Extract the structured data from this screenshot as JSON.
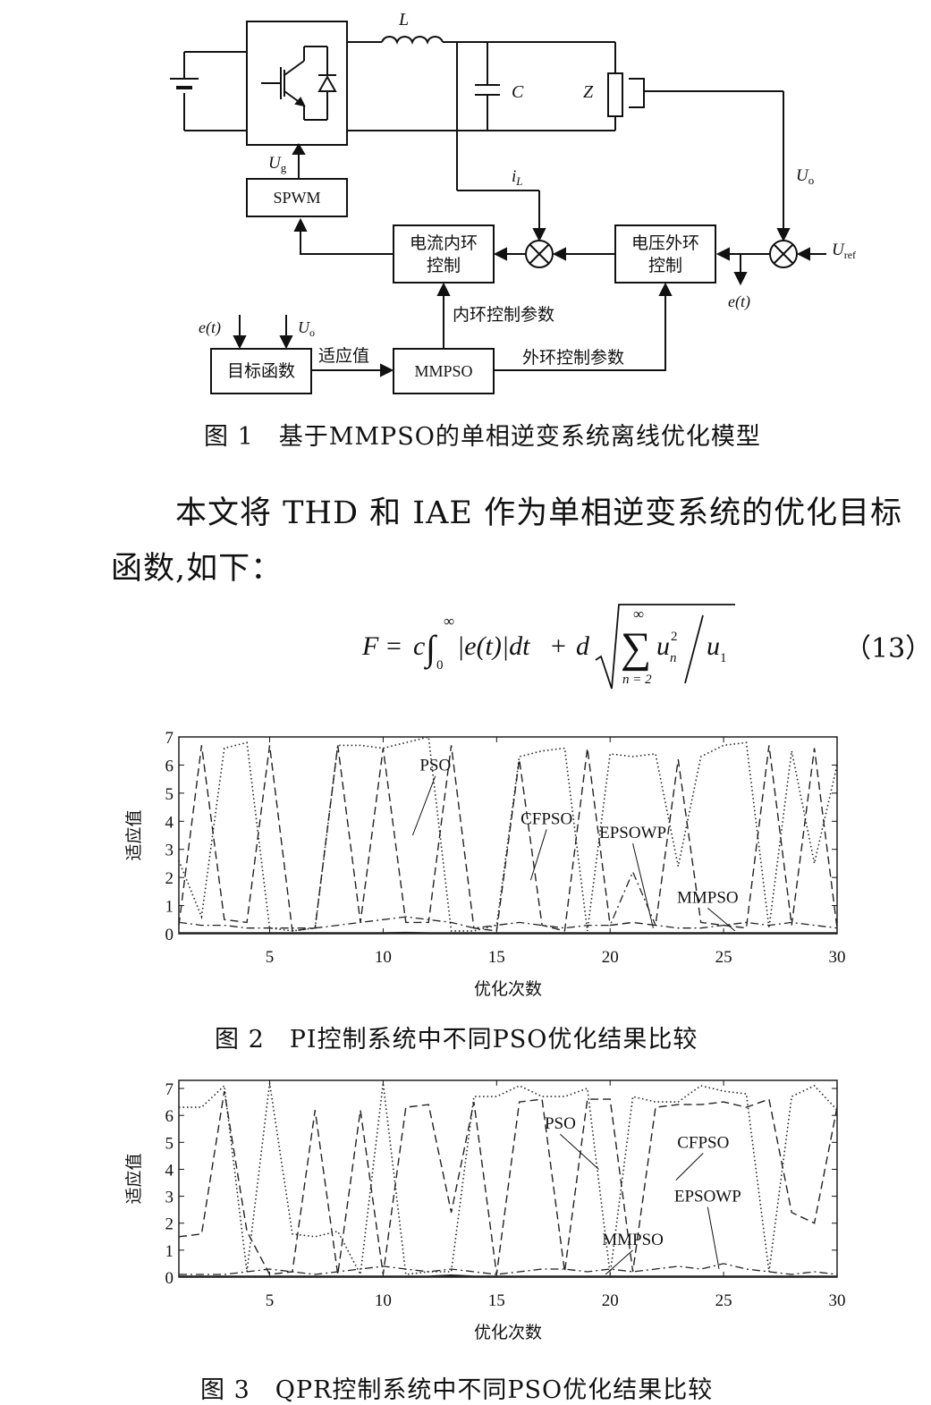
{
  "figure1": {
    "labels": {
      "inductor": "L",
      "capacitor": "C",
      "load": "Z",
      "ug": "U",
      "ug_sub": "g",
      "spwm": "SPWM",
      "il": "i",
      "il_sub": "L",
      "uo": "U",
      "uo_sub": "o",
      "uref": "U",
      "uref_sub": "ref",
      "current_loop_line1": "电流内环",
      "current_loop_line2": "控制",
      "voltage_loop_line1": "电压外环",
      "voltage_loop_line2": "控制",
      "et": "e(t)",
      "inner_params": "内环控制参数",
      "et_input": "e(t)",
      "uo_input": "U",
      "uo_input_sub": "o",
      "fitness": "适应值",
      "objective": "目标函数",
      "mmpso": "MMPSO",
      "outer_params": "外环控制参数"
    },
    "caption": "图 1　基于MMPSO的单相逆变系统离线优化模型"
  },
  "paragraph_line1": "本文将 THD 和 IAE 作为单相逆变系统的优化目标",
  "paragraph_line2": "函数,如下：",
  "equation": {
    "F": "F",
    "eq": "=",
    "c": "c",
    "lower": "0",
    "upper": "∞",
    "body": "|e(t)|dt",
    "plus": "+",
    "d": "d",
    "sum_upper": "∞",
    "sum_lower": "n = 2",
    "un": "u",
    "un_sub": "n",
    "un_sup": "2",
    "u1": "u",
    "u1_sub": "1",
    "number": "（13）"
  },
  "chart_data": [
    {
      "type": "line",
      "xlabel": "优化次数",
      "ylabel": "适应值",
      "xlim": [
        1,
        30
      ],
      "ylim": [
        0,
        7
      ],
      "xticks": [
        5,
        10,
        15,
        20,
        25,
        30
      ],
      "yticks": [
        0,
        1,
        2,
        3,
        4,
        5,
        6,
        7
      ],
      "x": [
        1,
        2,
        3,
        4,
        5,
        6,
        7,
        8,
        9,
        10,
        11,
        12,
        13,
        14,
        15,
        16,
        17,
        18,
        19,
        20,
        21,
        22,
        23,
        24,
        25,
        26,
        27,
        28,
        29,
        30
      ],
      "series": [
        {
          "name": "PSO",
          "style": "dotted",
          "values": [
            2.6,
            0.6,
            6.6,
            6.8,
            0.2,
            0.1,
            0.2,
            6.7,
            6.7,
            6.6,
            6.8,
            7.0,
            0.1,
            0.1,
            0.3,
            6.3,
            6.5,
            6.6,
            0.1,
            6.4,
            6.3,
            6.4,
            2.4,
            6.3,
            6.7,
            6.8,
            0.2,
            6.5,
            2.5,
            6.0
          ]
        },
        {
          "name": "CFPSO",
          "style": "dashed",
          "values": [
            0.3,
            6.7,
            0.5,
            0.4,
            6.7,
            0.1,
            0.2,
            6.7,
            0.4,
            6.6,
            0.4,
            0.4,
            6.7,
            0.2,
            0.1,
            6.2,
            0.3,
            0.1,
            6.6,
            0.3,
            0.4,
            0.3,
            6.2,
            0.4,
            0.3,
            0.2,
            6.7,
            0.3,
            6.6,
            0.2
          ]
        },
        {
          "name": "EPSOWP",
          "style": "dashdot",
          "values": [
            0.4,
            0.3,
            0.3,
            0.2,
            0.2,
            0.2,
            0.2,
            0.3,
            0.4,
            0.5,
            0.6,
            0.5,
            0.4,
            0.2,
            0.3,
            0.4,
            0.3,
            0.2,
            0.3,
            0.3,
            2.2,
            0.3,
            0.2,
            0.2,
            0.3,
            0.4,
            0.3,
            0.4,
            0.3,
            0.2
          ]
        },
        {
          "name": "MMPSO",
          "style": "solid",
          "values": [
            0.02,
            0.02,
            0.02,
            0.02,
            0.02,
            0.02,
            0.02,
            0.02,
            0.02,
            0.02,
            0.03,
            0.02,
            0.02,
            0.02,
            0.02,
            0.02,
            0.02,
            0.02,
            0.02,
            0.02,
            0.02,
            0.02,
            0.02,
            0.02,
            0.02,
            0.02,
            0.02,
            0.02,
            0.02,
            0.02
          ]
        }
      ],
      "annotations": [
        {
          "text": "PSO",
          "x": 12.3,
          "y": 5.8,
          "tx": 11.3,
          "ty": 3.5
        },
        {
          "text": "CFPSO",
          "x": 17.2,
          "y": 3.9,
          "tx": 16.5,
          "ty": 1.9
        },
        {
          "text": "EPSOWP",
          "x": 21.0,
          "y": 3.4,
          "tx": 21.9,
          "ty": 0.2
        },
        {
          "text": "MMPSO",
          "x": 24.3,
          "y": 1.1,
          "tx": 25.5,
          "ty": 0.1
        }
      ],
      "caption": "图 2　PI控制系统中不同PSO优化结果比较"
    },
    {
      "type": "line",
      "xlabel": "优化次数",
      "ylabel": "适应值",
      "xlim": [
        1,
        30
      ],
      "ylim": [
        0,
        7.3
      ],
      "xticks": [
        5,
        10,
        15,
        20,
        25,
        30
      ],
      "yticks": [
        0,
        1,
        2,
        3,
        4,
        5,
        6,
        7
      ],
      "x": [
        1,
        2,
        3,
        4,
        5,
        6,
        7,
        8,
        9,
        10,
        11,
        12,
        13,
        14,
        15,
        16,
        17,
        18,
        19,
        20,
        21,
        22,
        23,
        24,
        25,
        26,
        27,
        28,
        29,
        30
      ],
      "series": [
        {
          "name": "PSO",
          "style": "dotted",
          "values": [
            6.3,
            6.3,
            7.1,
            0.2,
            7.2,
            1.6,
            1.5,
            1.7,
            0.1,
            7.2,
            0.1,
            0.2,
            0.2,
            6.7,
            6.7,
            7.1,
            6.7,
            6.7,
            7.0,
            0.1,
            6.7,
            6.5,
            6.5,
            7.1,
            6.9,
            6.8,
            0.2,
            6.7,
            7.1,
            6.2
          ]
        },
        {
          "name": "CFPSO",
          "style": "dashed",
          "values": [
            1.5,
            1.6,
            6.9,
            1.7,
            0.1,
            0.2,
            6.2,
            0.1,
            6.2,
            0.1,
            6.3,
            6.4,
            2.4,
            6.5,
            0.1,
            6.5,
            6.6,
            0.2,
            6.6,
            6.6,
            0.2,
            6.3,
            6.4,
            6.4,
            6.5,
            6.3,
            6.6,
            2.4,
            2.0,
            6.3
          ]
        },
        {
          "name": "EPSOWP",
          "style": "dashdot",
          "values": [
            0.1,
            0.1,
            0.1,
            0.2,
            0.3,
            0.2,
            0.1,
            0.2,
            0.3,
            0.4,
            0.3,
            0.2,
            0.3,
            0.2,
            0.1,
            0.2,
            0.3,
            0.3,
            0.2,
            0.3,
            0.2,
            0.3,
            0.4,
            0.3,
            0.5,
            0.3,
            0.2,
            0.1,
            0.2,
            0.1
          ]
        },
        {
          "name": "MMPSO",
          "style": "solid",
          "values": [
            0.02,
            0.02,
            0.02,
            0.02,
            0.02,
            0.02,
            0.02,
            0.02,
            0.02,
            0.02,
            0.02,
            0.02,
            0.06,
            0.02,
            0.02,
            0.02,
            0.02,
            0.02,
            0.02,
            0.02,
            0.02,
            0.02,
            0.02,
            0.02,
            0.02,
            0.02,
            0.02,
            0.02,
            0.02,
            0.02
          ]
        }
      ],
      "annotations": [
        {
          "text": "PSO",
          "x": 17.8,
          "y": 5.5,
          "tx": 19.5,
          "ty": 4.0
        },
        {
          "text": "CFPSO",
          "x": 24.1,
          "y": 4.8,
          "tx": 22.9,
          "ty": 3.6
        },
        {
          "text": "EPSOWP",
          "x": 24.3,
          "y": 2.8,
          "tx": 24.8,
          "ty": 0.3
        },
        {
          "text": "MMPSO",
          "x": 21.0,
          "y": 1.2,
          "tx": 19.8,
          "ty": 0.1
        }
      ],
      "caption": "图 3　QPR控制系统中不同PSO优化结果比较"
    }
  ]
}
